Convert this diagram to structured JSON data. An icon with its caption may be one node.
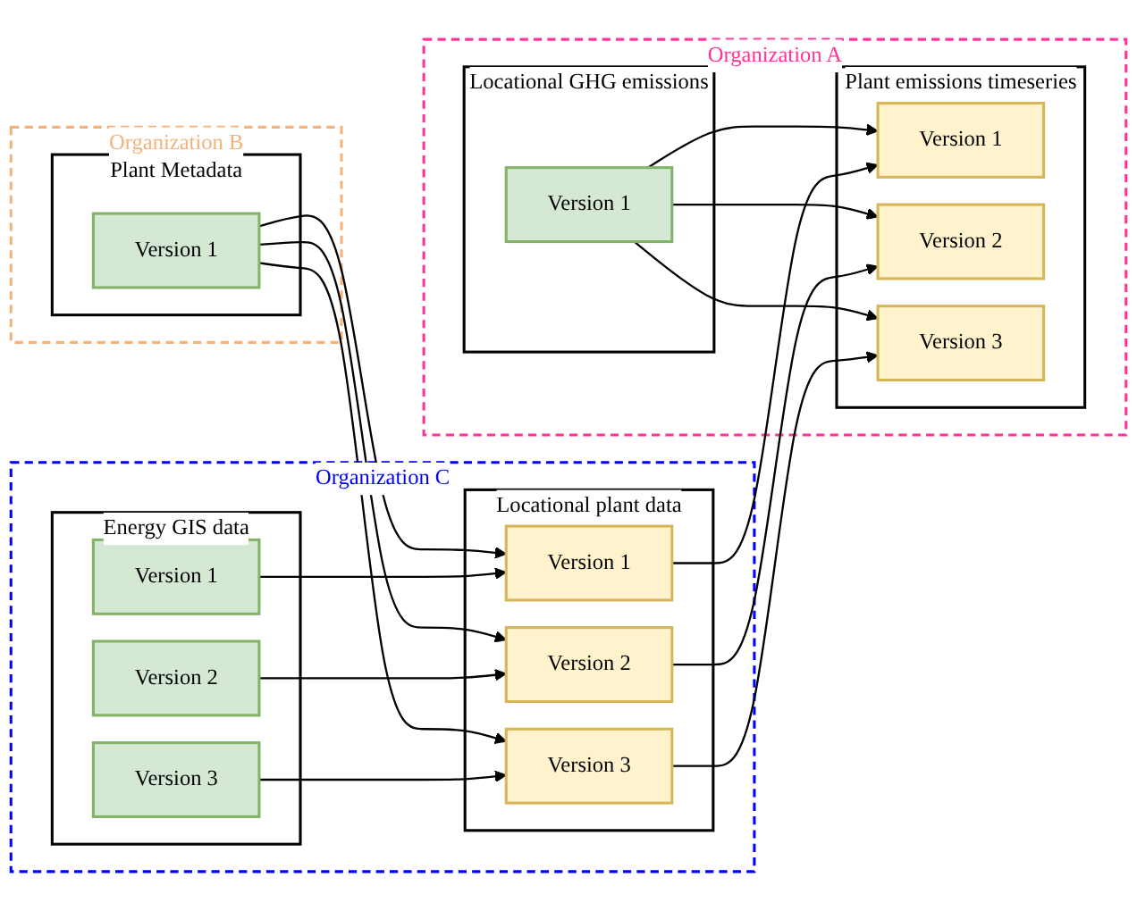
{
  "diagram": {
    "nodes": [
      {
        "text": [
          "Organization A"
        ]
      },
      {
        "text": [
          "Locational GHG emissions"
        ],
        "in": 0
      },
      {
        "text": [
          "Version 1"
        ],
        "in": 1
      },
      {
        "text": [
          "Plant emissions timeseries"
        ],
        "in": 0
      },
      {
        "text": [
          "Version 1"
        ],
        "in": 3
      },
      {
        "text": [
          "Version 2"
        ],
        "in": 3
      },
      {
        "text": [
          "Version 3"
        ],
        "in": 3
      },
      {
        "text": [
          "Organization B"
        ]
      },
      {
        "text": [
          "Plant Metadata"
        ],
        "in": 7
      },
      {
        "text": [
          "Version 1"
        ],
        "in": 8
      },
      {
        "text": [
          "Organization C"
        ]
      },
      {
        "text": [
          "Energy GIS data"
        ],
        "in": 10
      },
      {
        "text": [
          "Version 1"
        ],
        "in": 11
      },
      {
        "text": [
          "Version 2"
        ],
        "in": 11
      },
      {
        "text": [
          "Version 3"
        ],
        "in": 11
      },
      {
        "text": [
          "Locational plant data"
        ],
        "in": 10
      },
      {
        "text": [
          "Version 1"
        ],
        "in": 15
      },
      {
        "text": [
          "Version 2"
        ],
        "in": 15
      },
      {
        "text": [
          "Version 3"
        ],
        "in": 15
      }
    ],
    "edges": [
      {
        "from": 2,
        "to": 4,
        "arrow": "to"
      },
      {
        "from": 2,
        "to": 5,
        "arrow": "to"
      },
      {
        "from": 2,
        "to": 6,
        "arrow": "to"
      },
      {
        "from": 9,
        "to": 16,
        "arrow": "to"
      },
      {
        "from": 9,
        "to": 17,
        "arrow": "to"
      },
      {
        "from": 9,
        "to": 18,
        "arrow": "to"
      },
      {
        "from": 12,
        "to": 16,
        "arrow": "to"
      },
      {
        "from": 13,
        "to": 17,
        "arrow": "to"
      },
      {
        "from": 14,
        "to": 18,
        "arrow": "to"
      },
      {
        "from": 16,
        "to": 4,
        "arrow": "to"
      },
      {
        "from": 17,
        "to": 5,
        "arrow": "to"
      },
      {
        "from": 18,
        "to": 6,
        "arrow": "to"
      }
    ]
  }
}
